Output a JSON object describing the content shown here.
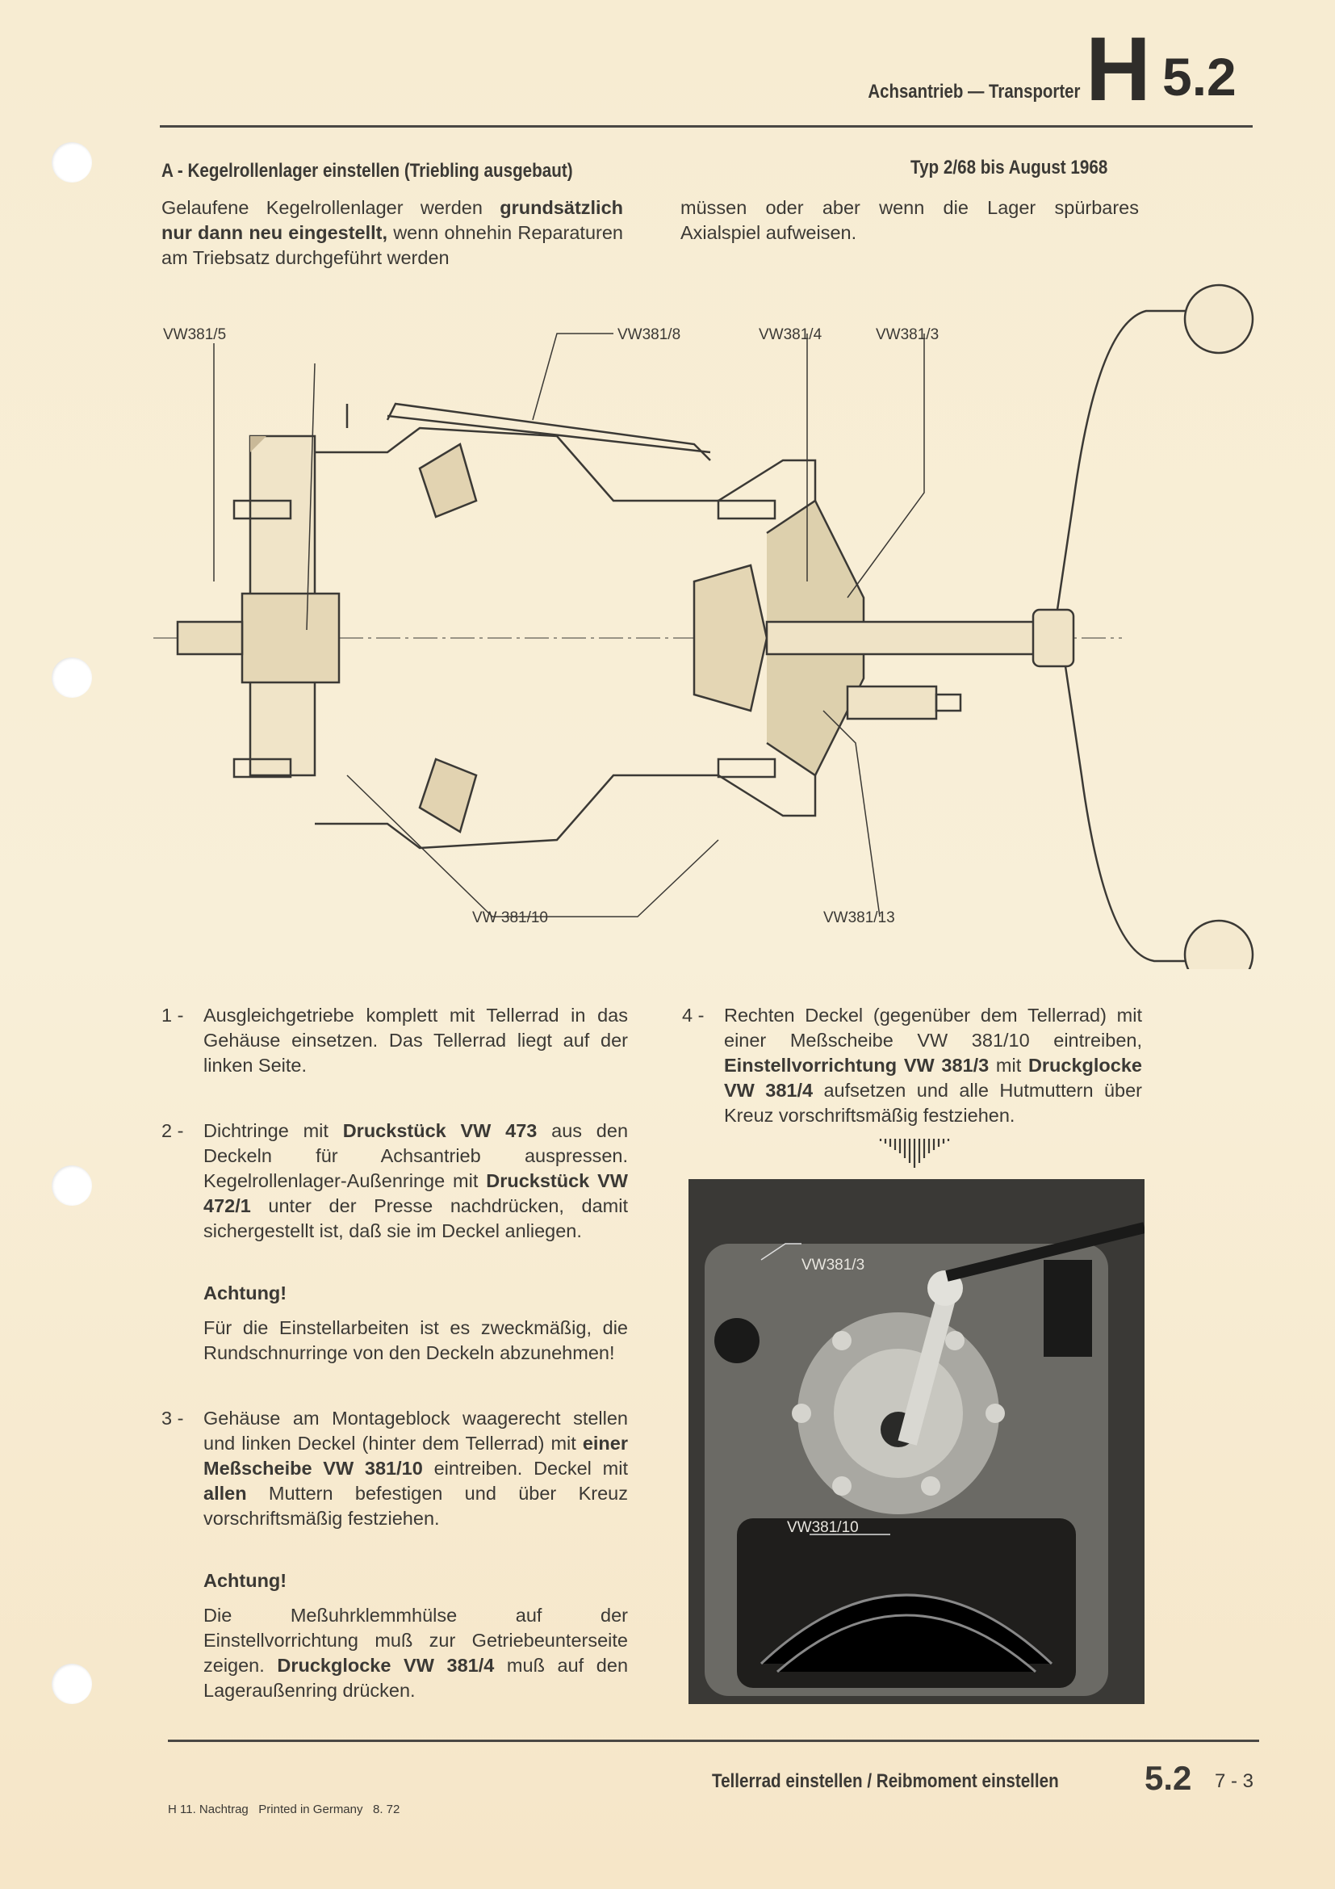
{
  "header": {
    "title": "Achsantrieb — Transporter",
    "section_letter": "H",
    "section_number": "5.2"
  },
  "section": {
    "heading": "A - Kegelrollenlager einstellen (Triebling ausgebaut)",
    "type_note": "Typ 2/68 bis August 1968"
  },
  "intro": {
    "left_1": "Gelaufene Kegelrollenlager werden ",
    "left_bold": "grundsätzlich nur dann neu eingestellt,",
    "left_2": " wenn ohnehin Reparaturen am Triebsatz durchgeführt werden",
    "right": "müssen oder aber wenn die Lager spürbares Axialspiel aufweisen."
  },
  "diagram": {
    "labels": [
      "VW381/5",
      "VW381/8",
      "VW381/4",
      "VW381/3",
      "VW 381/10",
      "VW381/13"
    ]
  },
  "steps": [
    {
      "num": "1 -",
      "parts": [
        "Ausgleichgetriebe komplett mit Tellerrad in das Gehäuse einsetzen. Das Tellerrad liegt auf der linken Seite."
      ]
    },
    {
      "num": "2 -",
      "p1": "Dichtringe mit ",
      "b1": "Druckstück VW 473",
      "p2": " aus den Deckeln für Achsantrieb auspressen. Kegelrollenlager-Außenringe mit ",
      "b2": "Druckstück VW 472/1",
      "p3": " unter der Presse nachdrücken, damit sichergestellt ist, daß sie im Deckel anliegen."
    },
    {
      "num": "3 -",
      "p1": "Gehäuse am Montageblock waagerecht stellen und linken Deckel (hinter dem Tellerrad) mit ",
      "b1": "einer Meßscheibe VW 381/10",
      "p2": " eintreiben. Deckel mit ",
      "b2": "allen",
      "p3": " Muttern befestigen und über Kreuz vorschriftsmäßig festziehen."
    },
    {
      "num": "4 -",
      "p1": "Rechten Deckel (gegenüber dem Tellerrad) mit einer Meßscheibe VW 381/10 eintreiben, ",
      "b1": "Einstellvorrichtung VW 381/3",
      "p2": " mit ",
      "b2": "Druckglocke VW 381/4",
      "p3": " aufsetzen und alle Hutmuttern über Kreuz vorschriftsmäßig festziehen."
    }
  ],
  "notes": [
    {
      "title": "Achtung!",
      "text": "Für die Einstellarbeiten ist es zweckmäßig, die Rundschnurringe von den Deckeln abzunehmen!"
    },
    {
      "title": "Achtung!",
      "p1": "Die Meßuhrklemmhülse auf der Einstellvorrichtung muß zur Getriebeunterseite zeigen. ",
      "b1": "Druckglocke VW 381/4",
      "p2": " muß auf den Lageraußenring drücken."
    }
  ],
  "photo": {
    "labels": [
      "VW381/3",
      "VW381/10"
    ]
  },
  "footer": {
    "title": "Tellerrad einstellen / Reibmoment einstellen",
    "section": "5.2",
    "page": "7 - 3",
    "imprint": "H 11. Nachtrag   Printed in Germany   8. 72"
  }
}
